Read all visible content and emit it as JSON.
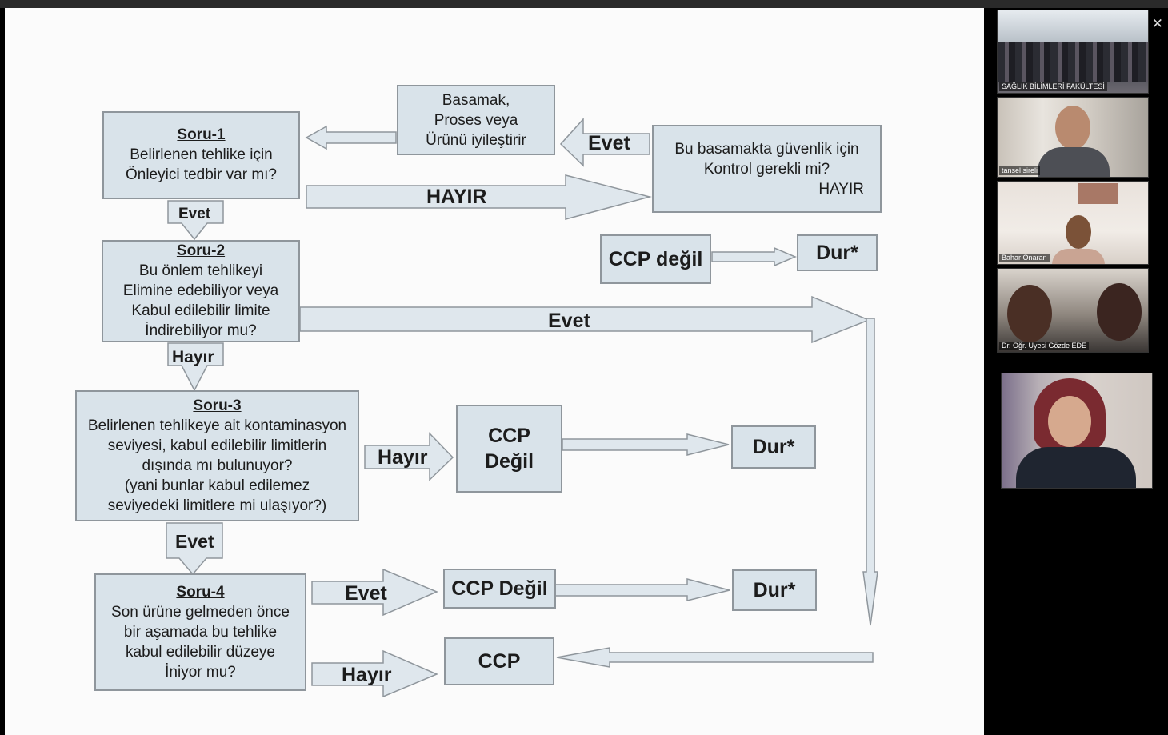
{
  "flowchart": {
    "q1": {
      "title": "Soru-1",
      "lines": [
        "Belirlenen tehlike için",
        "Önleyici tedbir var mı?"
      ]
    },
    "improve": {
      "lines": [
        "Basamak,",
        "Proses veya",
        "Ürünü iyileştirir"
      ]
    },
    "control": {
      "lines": [
        "Bu basamakta güvenlik için",
        "Kontrol gerekli mi?"
      ],
      "answer": "HAYIR"
    },
    "q2": {
      "title": "Soru-2",
      "lines": [
        "Bu önlem tehlikeyi",
        "Elimine edebiliyor veya",
        "Kabul edilebilir limite",
        "İndirebiliyor mu?"
      ]
    },
    "q3": {
      "title": "Soru-3",
      "lines": [
        "Belirlenen tehlikeye ait kontaminasyon",
        "seviyesi, kabul edilebilir limitlerin",
        "dışında mı bulunuyor?",
        "(yani bunlar kabul edilemez",
        "seviyedeki limitlere mi ulaşıyor?)"
      ]
    },
    "q4": {
      "title": "Soru-4",
      "lines": [
        "Son ürüne gelmeden önce",
        "bir aşamada bu tehlike",
        "kabul edilebilir düzeye",
        "İniyor mu?"
      ]
    },
    "ccp_degil_top": "CCP değil",
    "ccp_degil_q3": [
      "CCP",
      "Değil"
    ],
    "ccp_degil_q4": "CCP Değil",
    "ccp": "CCP",
    "dur": "Dur*",
    "arrow_labels": {
      "evet_top": "Evet",
      "hayir_big": "HAYIR",
      "evet_q1": "Evet",
      "evet_q2": "Evet",
      "hayir_q2": "Hayır",
      "hayir_q3": "Hayır",
      "evet_q3": "Evet",
      "evet_q4": "Evet",
      "hayir_q4": "Hayır"
    }
  },
  "participants": [
    {
      "name": "SAĞLIK BİLİMLERİ FAKÜLTESİ"
    },
    {
      "name": "tansel sireli"
    },
    {
      "name": "Bahar Onaran"
    },
    {
      "name": "Dr. Öğr. Üyesi Gözde EDE"
    },
    {
      "name": ""
    }
  ],
  "window": {
    "close_icon": "close-icon"
  }
}
